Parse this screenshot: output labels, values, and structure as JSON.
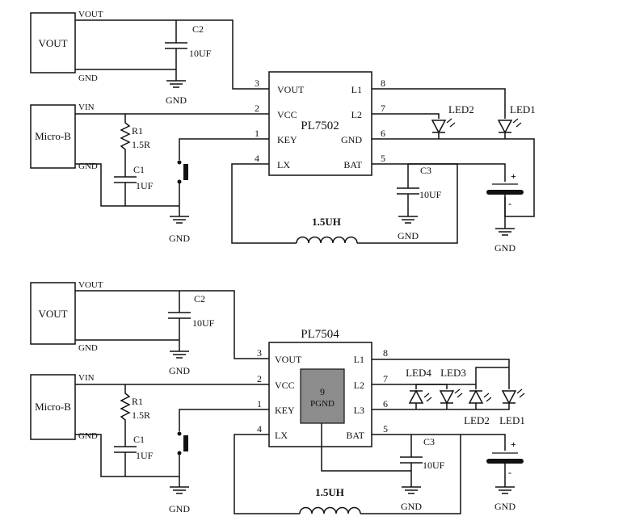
{
  "top": {
    "connector_vout": "VOUT",
    "connector_usb": "Micro-B",
    "net_vout": "VOUT",
    "net_gnd1": "GND",
    "net_vin": "VIN",
    "net_gnd2": "GND",
    "chip": "PL7502",
    "pins": {
      "p3": "3",
      "p2": "2",
      "p1": "1",
      "p4": "4",
      "p8": "8",
      "p7": "7",
      "p6": "6",
      "p5": "5",
      "vout": "VOUT",
      "vcc": "VCC",
      "key": "KEY",
      "lx": "LX",
      "l1": "L1",
      "l2": "L2",
      "gnd": "GND",
      "bat": "BAT"
    },
    "c2_name": "C2",
    "c2_value": "10UF",
    "r1_name": "R1",
    "r1_value": "1.5R",
    "c1_name": "C1",
    "c1_value": "1UF",
    "c3_name": "C3",
    "c3_value": "10UF",
    "inductor": "1.5UH",
    "led_a": "LED2",
    "led_b": "LED1",
    "gnd_c2": "GND",
    "gnd_sw": "GND",
    "gnd_c3": "GND",
    "gnd_bat": "GND",
    "bat_plus": "+",
    "bat_minus": "-"
  },
  "bottom": {
    "connector_vout": "VOUT",
    "connector_usb": "Micro-B",
    "net_vout": "VOUT",
    "net_gnd1": "GND",
    "net_vin": "VIN",
    "net_gnd2": "GND",
    "chip": "PL7504",
    "pad_num": "9",
    "pad_name": "PGND",
    "pins": {
      "p3": "3",
      "p2": "2",
      "p1": "1",
      "p4": "4",
      "p8": "8",
      "p7": "7",
      "p6": "6",
      "p5": "5",
      "vout": "VOUT",
      "vcc": "VCC",
      "key": "KEY",
      "lx": "LX",
      "l1": "L1",
      "l2": "L2",
      "l3": "L3",
      "bat": "BAT"
    },
    "c2_name": "C2",
    "c2_value": "10UF",
    "r1_name": "R1",
    "r1_value": "1.5R",
    "c1_name": "C1",
    "c1_value": "1UF",
    "c3_name": "C3",
    "c3_value": "10UF",
    "inductor": "1.5UH",
    "led_4": "LED4",
    "led_3": "LED3",
    "led_2": "LED2",
    "led_1": "LED1",
    "gnd_c2": "GND",
    "gnd_sw": "GND",
    "gnd_c3": "GND",
    "gnd_bat": "GND",
    "bat_plus": "+",
    "bat_minus": "-"
  }
}
